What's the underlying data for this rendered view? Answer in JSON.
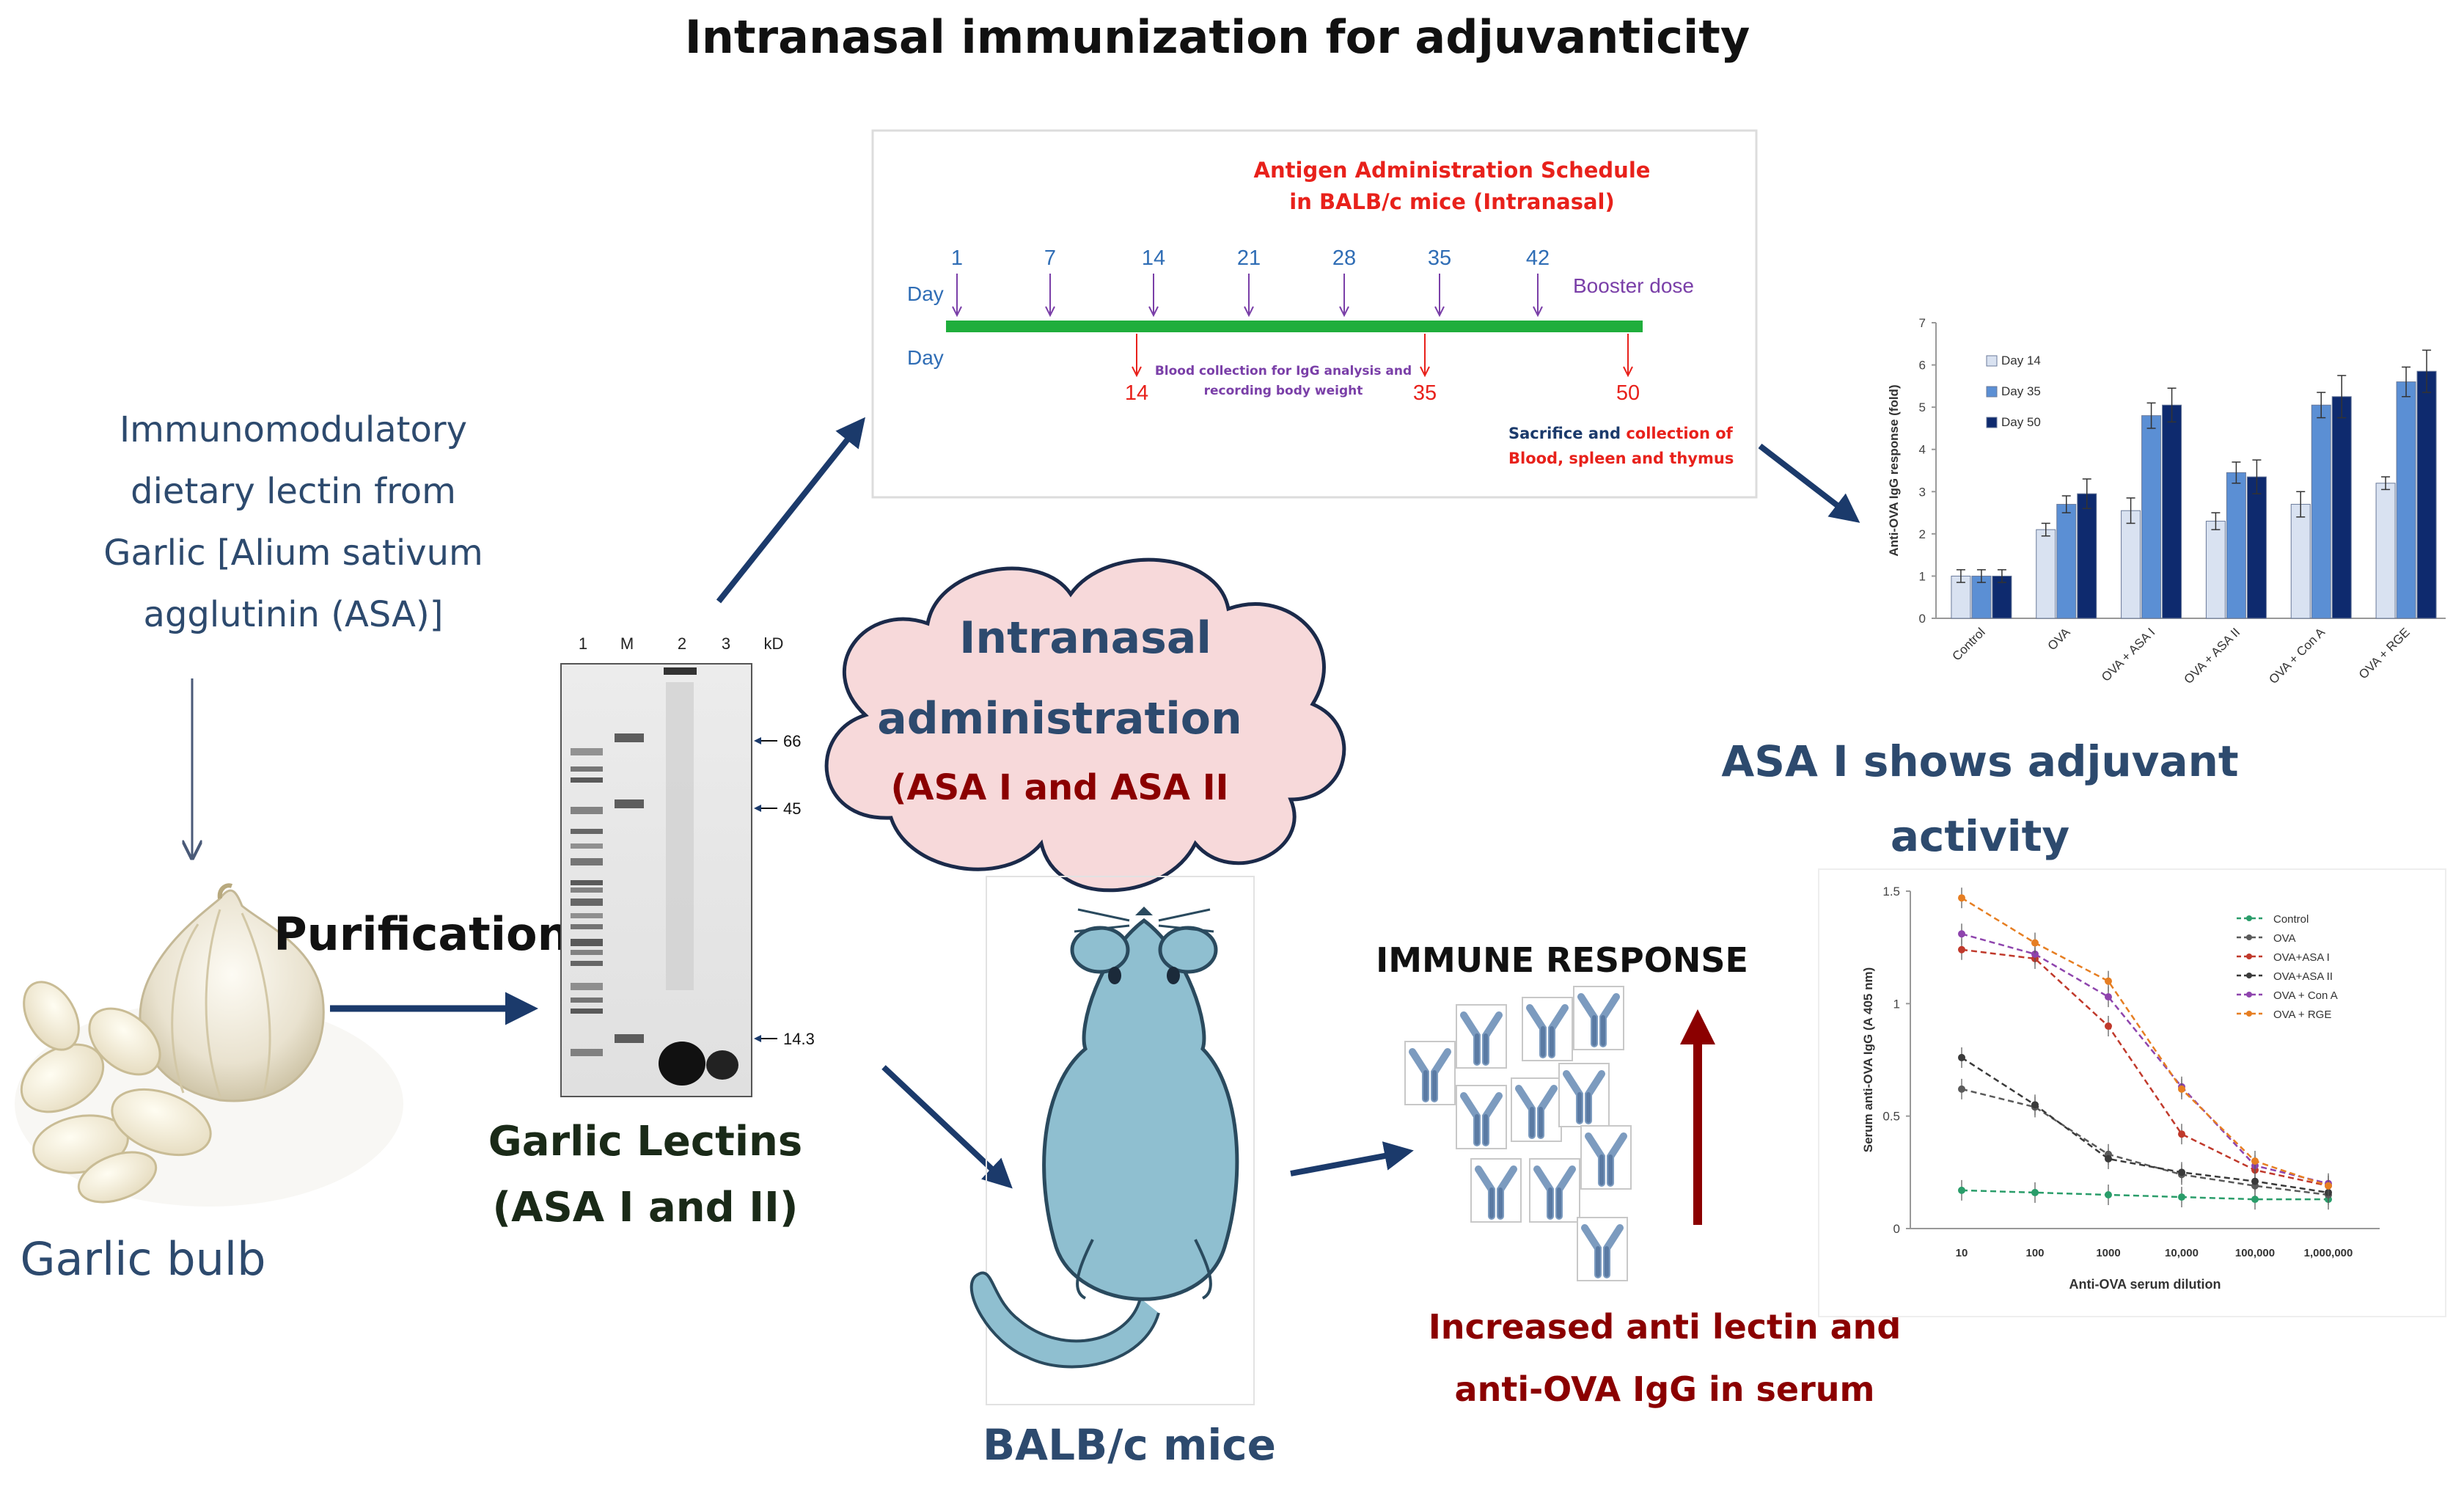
{
  "title": "Intranasal immunization for adjuvanticity",
  "source": {
    "desc_lines": [
      "Immunomodulatory",
      "dietary lectin from",
      "Garlic [Alium sativum",
      "agglutinin (ASA)]"
    ],
    "bulb_label": "Garlic bulb"
  },
  "purification_label": "Purification",
  "gel": {
    "lane_labels": [
      "1",
      "M",
      "2",
      "3",
      "kD"
    ],
    "markers": [
      "66",
      "45",
      "14.3"
    ],
    "caption_lines": [
      "Garlic Lectins",
      "(ASA I and II)"
    ]
  },
  "schedule": {
    "title_lines": [
      "Antigen Administration Schedule",
      "in BALB/c mice (Intranasal)"
    ],
    "day_label": "Day",
    "admin_days": [
      "1",
      "7",
      "14",
      "21",
      "28",
      "35",
      "42"
    ],
    "booster_label": "Booster dose",
    "blood_note_lines": [
      "Blood collection for IgG analysis and",
      "recording body weight"
    ],
    "collection_days": [
      "14",
      "35",
      "50"
    ],
    "sacrifice_line1_a": "Sacrifice and ",
    "sacrifice_line1_b": "collection of",
    "sacrifice_line2": "Blood, spleen and thymus",
    "colors": {
      "red": "#e8211b",
      "blue": "#2f6db5",
      "purple": "#7a3fa8",
      "green": "#1fae3c"
    }
  },
  "cloud": {
    "line1": "Intranasal",
    "line2": "administration",
    "line3": "(ASA I and ASA II"
  },
  "mouse_label": "BALB/c mice",
  "immune": {
    "title": "IMMUNE RESPONSE",
    "result_lines": [
      "Increased anti lectin and",
      "anti-OVA IgG in serum"
    ]
  },
  "finding_lines": [
    "ASA I shows adjuvant",
    "activity"
  ],
  "chart_data": [
    {
      "type": "bar",
      "ylabel": "Anti-OVA IgG response (fold)",
      "ylim": [
        0,
        7
      ],
      "yticks": [
        "0",
        "1",
        "2",
        "3",
        "4",
        "5",
        "6",
        "7"
      ],
      "categories": [
        "Control",
        "OVA",
        "OVA + ASA I",
        "OVA + ASA II",
        "OVA + Con A",
        "OVA + RGE"
      ],
      "series": [
        {
          "name": "Day 14",
          "color": "#d9e2f1",
          "values": [
            1.0,
            2.1,
            2.55,
            2.3,
            2.7,
            3.2
          ],
          "err": [
            0.15,
            0.15,
            0.3,
            0.2,
            0.3,
            0.15
          ]
        },
        {
          "name": "Day 35",
          "color": "#5b8fd4",
          "values": [
            1.0,
            2.7,
            4.8,
            3.45,
            5.05,
            5.6
          ],
          "err": [
            0.15,
            0.2,
            0.3,
            0.25,
            0.3,
            0.35
          ]
        },
        {
          "name": "Day 50",
          "color": "#0e2a6e",
          "values": [
            1.0,
            2.95,
            5.05,
            3.35,
            5.25,
            5.85
          ],
          "err": [
            0.15,
            0.35,
            0.4,
            0.4,
            0.5,
            0.5
          ]
        }
      ]
    },
    {
      "type": "line",
      "xlabel": "Anti-OVA serum dilution",
      "ylabel": "Serum anti-OVA IgG (A 405 nm)",
      "ylim": [
        0,
        1.5
      ],
      "yticks": [
        "0",
        "0.5",
        "1",
        "1.5"
      ],
      "x": [
        "10",
        "100",
        "1000",
        "10,000",
        "100,000",
        "1,000,000"
      ],
      "series": [
        {
          "name": "Control",
          "color": "#2a9d6a",
          "values": [
            0.17,
            0.16,
            0.15,
            0.14,
            0.13,
            0.13
          ]
        },
        {
          "name": "OVA",
          "color": "#5a5a5a",
          "values": [
            0.62,
            0.54,
            0.33,
            0.24,
            0.19,
            0.15
          ]
        },
        {
          "name": "OVA+ASA I",
          "color": "#c0392b",
          "values": [
            1.24,
            1.2,
            0.9,
            0.42,
            0.26,
            0.19
          ]
        },
        {
          "name": "OVA+ASA II",
          "color": "#3a3a3a",
          "values": [
            0.76,
            0.55,
            0.31,
            0.25,
            0.21,
            0.16
          ]
        },
        {
          "name": "OVA + Con A",
          "color": "#8e44ad",
          "values": [
            1.31,
            1.22,
            1.03,
            0.63,
            0.28,
            0.2
          ]
        },
        {
          "name": "OVA + RGE",
          "color": "#e67e22",
          "values": [
            1.47,
            1.27,
            1.1,
            0.62,
            0.3,
            0.19
          ]
        }
      ]
    }
  ]
}
